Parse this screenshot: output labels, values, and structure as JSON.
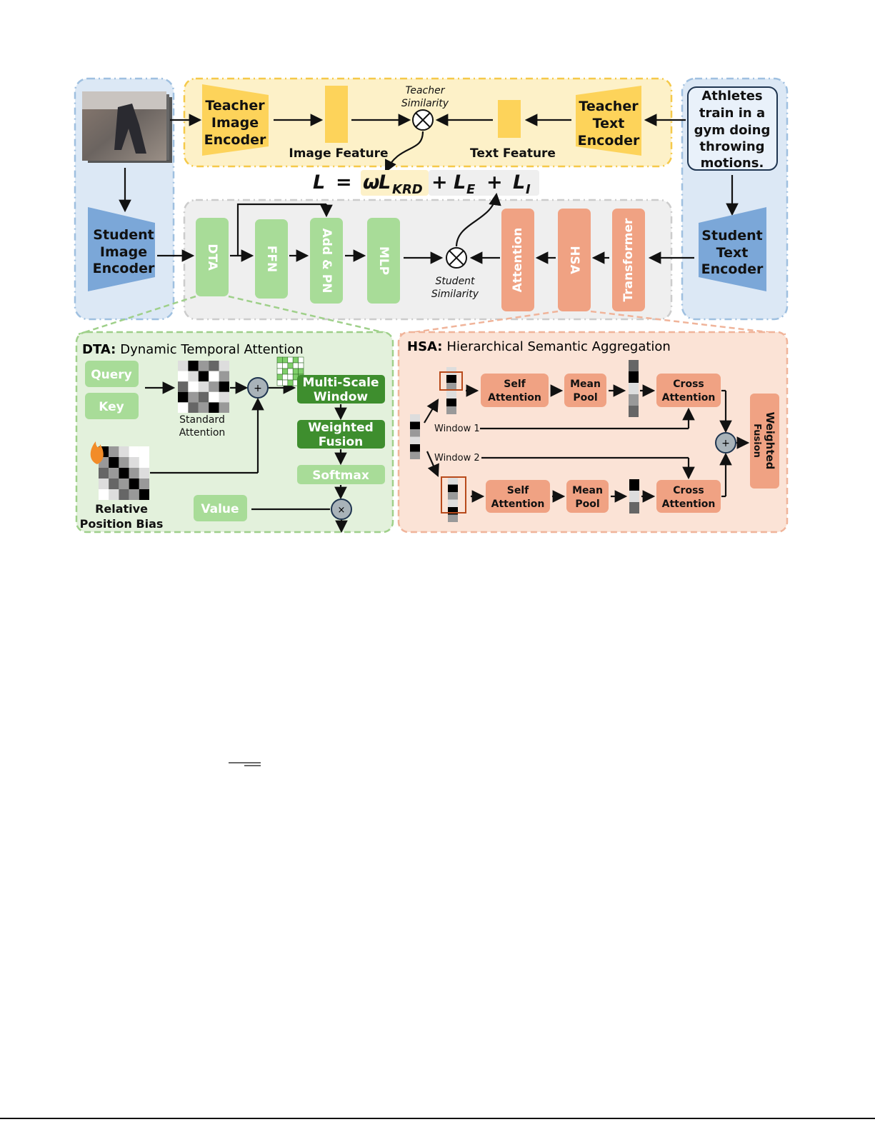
{
  "teacher": {
    "image_encoder": [
      "Teacher",
      "Image",
      "Encoder"
    ],
    "image_feature": "Image Feature",
    "similarity": [
      "Teacher",
      "Similarity"
    ],
    "text_feature": "Text Feature",
    "text_encoder": [
      "Teacher",
      "Text",
      "Encoder"
    ]
  },
  "caption_text": [
    "Athletes",
    "train in a",
    "gym doing",
    "throwing",
    "motions."
  ],
  "loss": {
    "L": "L",
    "eq": "=",
    "omega": "ω",
    "LKRD": "L",
    "KRD": "KRD",
    "plus1": "+",
    "LE": "L",
    "E": "E",
    "plus2": "+",
    "LI": "L",
    "I": "I"
  },
  "student": {
    "image_encoder": [
      "Student",
      "Image",
      "Encoder"
    ],
    "text_encoder": [
      "Student",
      "Text",
      "Encoder"
    ],
    "similarity": [
      "Student",
      "Similarity"
    ],
    "blocks": {
      "dta": "DTA",
      "ffn": "FFN",
      "addpn": "Add & PN",
      "mlp": "MLP",
      "attention": "Attention",
      "hsa": "HSA",
      "transformer": "Transformer"
    }
  },
  "dta_panel": {
    "title_abbr": "DTA:",
    "title": "Dynamic Temporal Attention",
    "query": "Query",
    "key": "Key",
    "standard_attention": [
      "Standard",
      "Attention"
    ],
    "plus": "+",
    "multi_scale": [
      "Multi-Scale",
      "Window"
    ],
    "weighted_fusion": [
      "Weighted",
      "Fusion"
    ],
    "softmax": "Softmax",
    "value": "Value",
    "times": "×",
    "relative_bias": [
      "Relative",
      "Position Bias"
    ]
  },
  "hsa_panel": {
    "title_abbr": "HSA:",
    "title": "Hierarchical Semantic Aggregation",
    "self_attention": [
      "Self",
      "Attention"
    ],
    "mean_pool": [
      "Mean",
      "Pool"
    ],
    "cross_attention": [
      "Cross",
      "Attention"
    ],
    "window1": "Window 1",
    "window2": "Window 2",
    "plus": "+",
    "weighted_fusion": [
      "Weighted",
      "Fusion"
    ]
  },
  "colors": {
    "teacher": "#fdd35a",
    "teacher_bg": "#fdf1c8",
    "student_blue": "#7ba7d8",
    "blue_bg": "#dce8f5",
    "green": "#a8dc98",
    "dark_green": "#3e8e2e",
    "orange": "#f0a283",
    "orange_bg": "#fbe3d6",
    "green_bg": "#e3f1dc",
    "gray_bg": "#efefef"
  }
}
